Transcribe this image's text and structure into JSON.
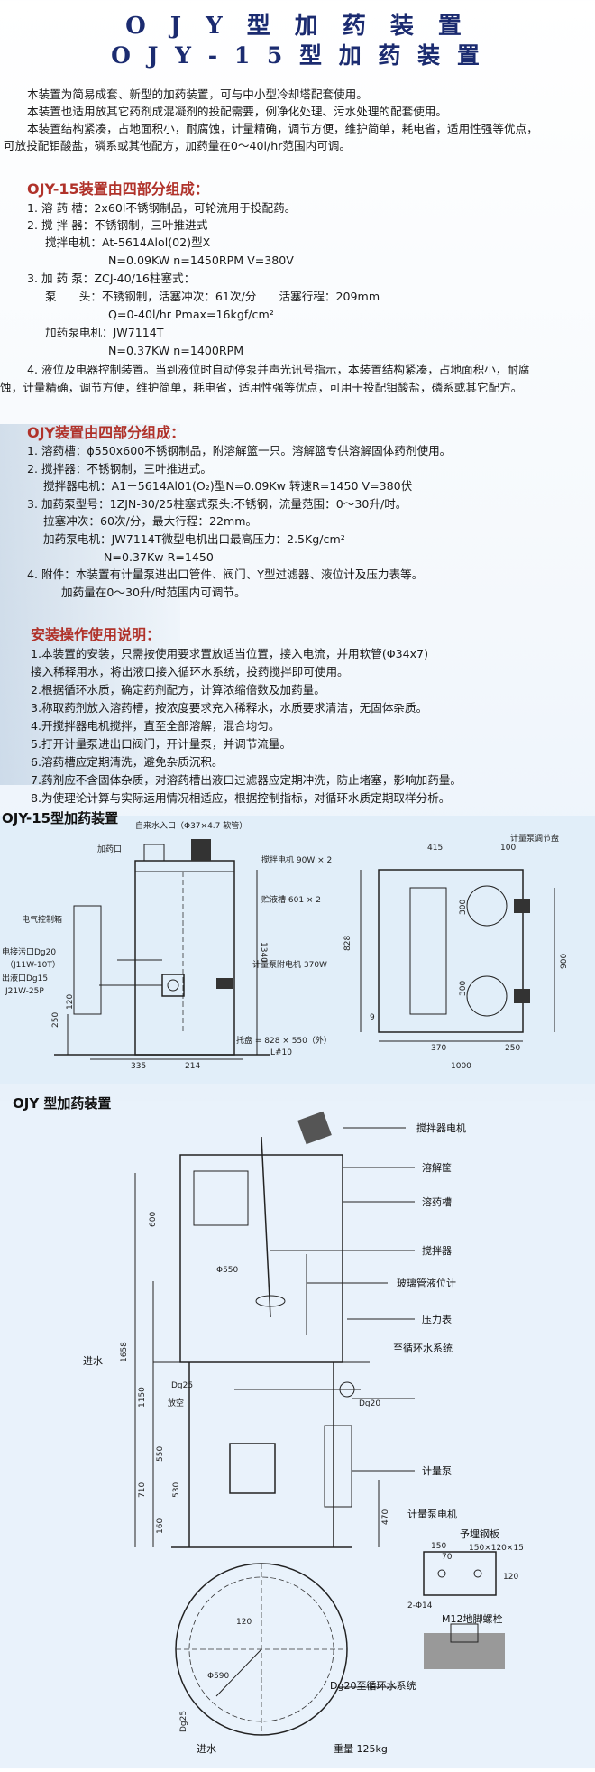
{
  "header": {
    "title1": "O J Y 型 加 药 装 置",
    "title2": "O J Y - 1 5 型 加 药 装 置"
  },
  "intro": [
    "本装置为简易成套、新型的加药装置，可与中小型冷却塔配套使用。",
    "本装置也适用放其它药剂成混凝剂的投配需要，例净化处理、污水处理的配套使用。",
    "本装置结构紧凑，占地面积小，耐腐蚀，计量精确，调节方便，维护简单，耗电省，适用性强等优点，",
    "可放投配钼酸盐，磷系或其他配方，加药量在0～40l/hr范围内可调。"
  ],
  "sec1": {
    "title": "OJY-15装置由四部分组成：",
    "lines": [
      "1. 溶 药 槽：2x60l不锈钢制品，可轮流用于投配药。",
      "2. 搅 拌 器：不锈钢制，三叶推进式",
      "搅拌电机：At-5614Alol(02)型X",
      "N=0.09KW          n=1450RPM          V=380V",
      "3. 加 药 泵：ZCJ-40/16柱塞式：",
      "泵　　头：不锈钢制，活塞冲次：61次/分　　活塞行程：209mm",
      "Q=0-40l/hr        Pmax=16kgf/cm²",
      "加药泵电机：JW7114T",
      "N=0.37KW          n=1400RPM",
      "4. 液位及电器控制装置。当到液位时自动停泵并声光讯号指示，本装置结构紧凑，占地面积小，耐腐",
      "蚀，计量精确，调节方便，维护简单，耗电省，适用性强等优点，可用于投配钼酸盐，磷系或其它配方。"
    ]
  },
  "sec2": {
    "title": "OJY装置由四部分组成：",
    "lines": [
      "1. 溶药槽：ϕ550x600不锈钢制品，附溶解篮一只。溶解篮专供溶解固体药剂使用。",
      "2. 搅拌器：不锈钢制，三叶推进式。",
      "搅拌器电机：A1－5614Al01(O₂)型N=0.09Kw 转速R=1450 V=380伏",
      "3. 加药泵型号：1ZJN-30/25柱塞式泵头:不锈钢，流量范围：0～30升/时。",
      "拉塞冲次：60次/分，最大行程：22mm。",
      "加药泵电机：JW7114T微型电机出口最高压力：2.5Kg/cm²",
      "N=0.37Kw          R=1450",
      "4. 附件：本装置有计量泵进出口管件、阀门、Y型过滤器、液位计及压力表等。",
      "加药量在0～30升/时范围内可调节。"
    ]
  },
  "sec3": {
    "title": "安装操作使用说明：",
    "lines": [
      "1.本装置的安装，只需按使用要求置放适当位置，接入电流，并用软管(Φ34x7)",
      "接入稀释用水，将出液口接入循环水系统，投药搅拌即可使用。",
      "2.根据循环水质，确定药剂配方，计算浓缩倍数及加药量。",
      "3.称取药剂放入溶药槽，按浓度要求充入稀释水，水质要求清洁，无固体杂质。",
      "4.开搅拌器电机搅拌，直至全部溶解，混合均匀。",
      "5.打开计量泵进出口阀门，开计量泵，并调节流量。",
      "6.溶药槽应定期清洗，避免杂质沉积。",
      "7.药剂应不含固体杂质，对溶药槽出液口过滤器应定期冲洗，防止堵塞，影响加药量。",
      "8.为使理论计算与实际运用情况相适应，根据控制指标，对循环水质定期取样分析。"
    ]
  },
  "drawing1": {
    "caption": "OJY-15型加药装置",
    "labels": {
      "inlet": "自来水入口（Φ37×4.7 软管）",
      "dosing_port": "加药口",
      "stirrer_motor": "搅拌电机 90W × 2",
      "tank": "贮液槽 601 × 2",
      "control_box": "电气控制箱",
      "drain": "电接污口Dg20",
      "drain2": "（J11W-10T）",
      "outlet": "出液口Dg15",
      "outlet2": "J21W-25P",
      "pump_motor": "计量泵附电机 370W",
      "tray": "托盘 = 828 × 550（外）",
      "base": "L#10",
      "pump_dial": "计量泵调节盘",
      "d1340": "1340",
      "d250": "250",
      "d120": "120",
      "d335": "335",
      "d214": "214",
      "d415": "415",
      "d100": "100",
      "d828": "828",
      "d300a": "300",
      "d300b": "300",
      "d900": "900",
      "d9": "9",
      "d370": "370",
      "d250b": "250",
      "d1000": "1000"
    }
  },
  "drawing2": {
    "caption": "OJY 型加药装置",
    "labels": {
      "stirrer_motor": "搅拌器电机",
      "basket": "溶解筐",
      "tank": "溶药槽",
      "stirrer": "搅拌器",
      "gauge": "玻璃管液位计",
      "pressure": "压力表",
      "to_system": "至循环水系统",
      "pump": "计量泵",
      "pump_motor": "计量泵电机",
      "inlet": "进水",
      "dg20": "Dg20",
      "dg25": "Dg25",
      "drain": "放空",
      "dia550": "Φ550",
      "d600": "600",
      "d1658": "1658",
      "d1150": "1150",
      "d550": "550",
      "d530": "530",
      "d710": "710",
      "d160": "160",
      "d470": "470",
      "embed_plate": "予埋钢板",
      "plate_size": "150×120×15",
      "d150": "150",
      "d70": "70",
      "d120": "120",
      "d14": "2-Φ14",
      "bolt": "M12地脚螺栓",
      "dia590": "Φ590",
      "d120b": "120",
      "dg20b": "Dg20至循环水系统",
      "dg25b": "Dg25",
      "inlet2": "进水",
      "weight": "重量 125kg"
    }
  }
}
